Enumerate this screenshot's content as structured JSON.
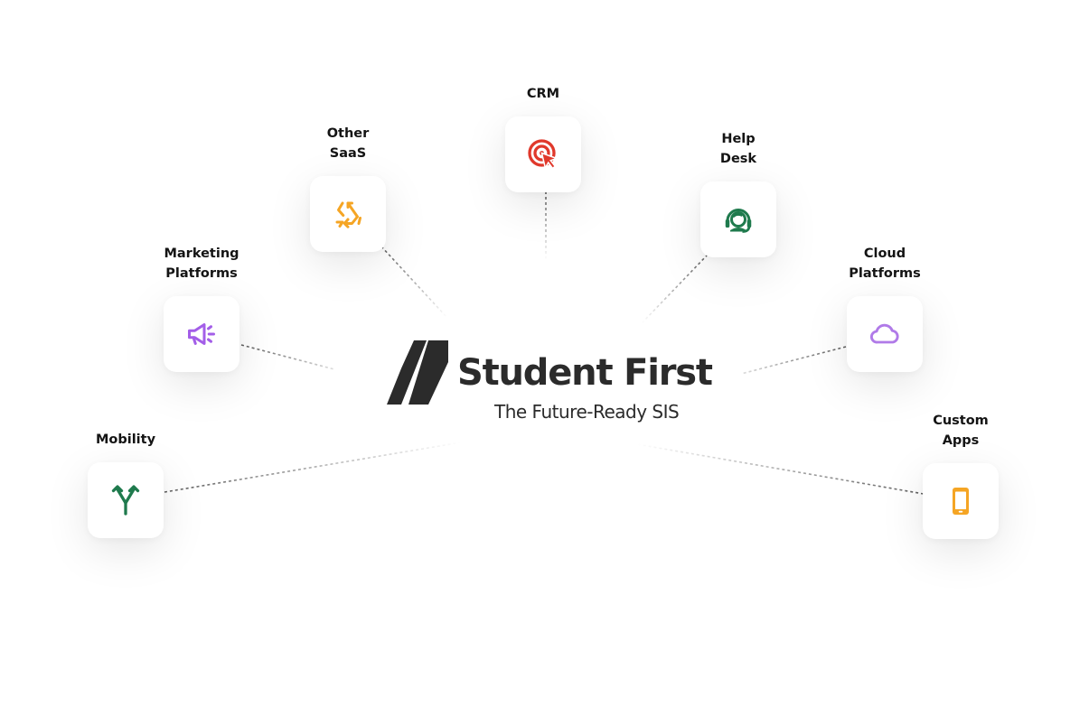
{
  "brand": {
    "name": "Student First",
    "tagline": "The Future-Ready SIS",
    "color": "#2b2b2b"
  },
  "nodes": [
    {
      "key": "crm",
      "label": "CRM",
      "icon": "target-cursor-icon",
      "color": "#e0382b"
    },
    {
      "key": "other-saas",
      "label": "Other\nSaaS",
      "icon": "recycle-arrows-icon",
      "color": "#f5a524"
    },
    {
      "key": "help-desk",
      "label": "Help\nDesk",
      "icon": "headset-agent-icon",
      "color": "#1f7a4d"
    },
    {
      "key": "marketing",
      "label": "Marketing\nPlatforms",
      "icon": "megaphone-icon",
      "color": "#a35ee8"
    },
    {
      "key": "cloud",
      "label": "Cloud\nPlatforms",
      "icon": "cloud-icon",
      "color": "#b07ae8"
    },
    {
      "key": "mobility",
      "label": "Mobility",
      "icon": "split-arrows-icon",
      "color": "#1f7a4d"
    },
    {
      "key": "custom-apps",
      "label": "Custom\nApps",
      "icon": "smartphone-icon",
      "color": "#f5a524"
    }
  ]
}
